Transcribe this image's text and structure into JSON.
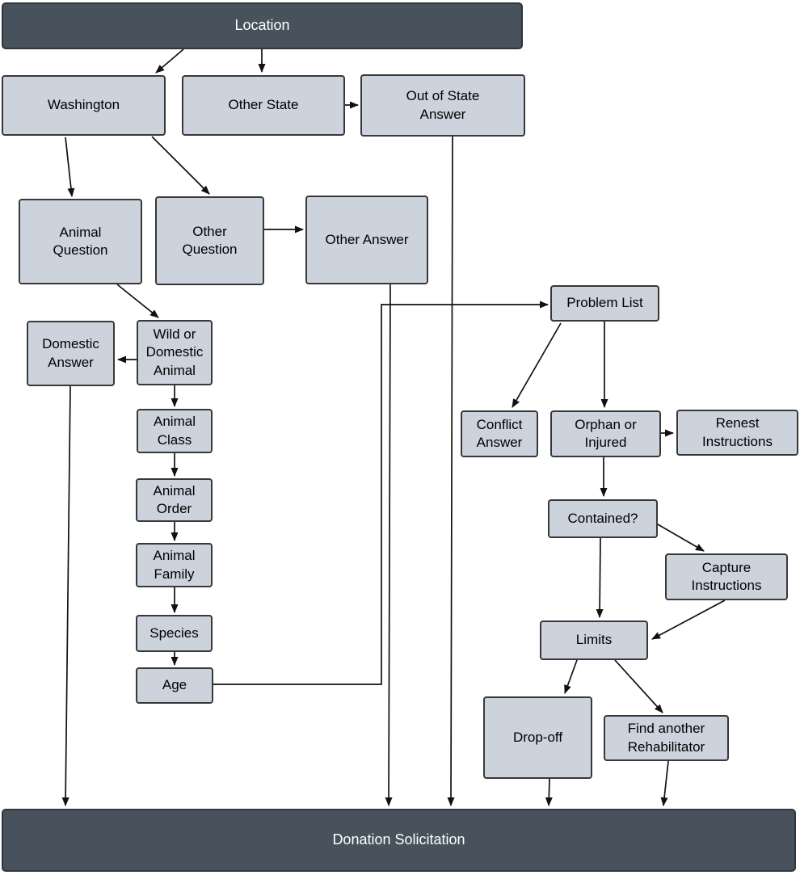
{
  "diagram": {
    "background_color": "#ffffff",
    "node_fill_color": "#ccd3dc",
    "node_border_color": "#383838",
    "band_fill_color": "#48525d",
    "band_text_color": "#ffffff",
    "edge_color": "#111111"
  },
  "nodes": {
    "location": {
      "label": "Location"
    },
    "washington": {
      "label": "Washington"
    },
    "other_state": {
      "label": "Other State"
    },
    "out_of_state_answer": {
      "label": "Out of State\nAnswer"
    },
    "animal_question": {
      "label": "Animal\nQuestion"
    },
    "other_question": {
      "label": "Other\nQuestion"
    },
    "other_answer": {
      "label": "Other Answer"
    },
    "problem_list": {
      "label": "Problem List"
    },
    "domestic_answer": {
      "label": "Domestic\nAnswer"
    },
    "wild_or_domestic_animal": {
      "label": "Wild or\nDomestic\nAnimal"
    },
    "animal_class": {
      "label": "Animal\nClass"
    },
    "animal_order": {
      "label": "Animal\nOrder"
    },
    "animal_family": {
      "label": "Animal\nFamily"
    },
    "species": {
      "label": "Species"
    },
    "age": {
      "label": "Age"
    },
    "conflict_answer": {
      "label": "Conflict\nAnswer"
    },
    "orphan_or_injured": {
      "label": "Orphan or\nInjured"
    },
    "renest_instructions": {
      "label": "Renest\nInstructions"
    },
    "contained": {
      "label": "Contained?"
    },
    "capture_instructions": {
      "label": "Capture\nInstructions"
    },
    "limits": {
      "label": "Limits"
    },
    "drop_off": {
      "label": "Drop-off"
    },
    "find_another_rehabilitator": {
      "label": "Find another\nRehabilitator"
    },
    "donation_solicitation": {
      "label": "Donation Solicitation"
    }
  },
  "edges": [
    {
      "from": "location",
      "to": "washington"
    },
    {
      "from": "location",
      "to": "other_state"
    },
    {
      "from": "other_state",
      "to": "out_of_state_answer"
    },
    {
      "from": "out_of_state_answer",
      "to": "donation_solicitation"
    },
    {
      "from": "washington",
      "to": "animal_question"
    },
    {
      "from": "washington",
      "to": "other_question"
    },
    {
      "from": "other_question",
      "to": "other_answer"
    },
    {
      "from": "other_answer",
      "to": "donation_solicitation"
    },
    {
      "from": "animal_question",
      "to": "wild_or_domestic_animal"
    },
    {
      "from": "wild_or_domestic_animal",
      "to": "domestic_answer"
    },
    {
      "from": "domestic_answer",
      "to": "donation_solicitation"
    },
    {
      "from": "wild_or_domestic_animal",
      "to": "animal_class"
    },
    {
      "from": "animal_class",
      "to": "animal_order"
    },
    {
      "from": "animal_order",
      "to": "animal_family"
    },
    {
      "from": "animal_family",
      "to": "species"
    },
    {
      "from": "species",
      "to": "age"
    },
    {
      "from": "age",
      "to": "problem_list"
    },
    {
      "from": "problem_list",
      "to": "conflict_answer"
    },
    {
      "from": "problem_list",
      "to": "orphan_or_injured"
    },
    {
      "from": "orphan_or_injured",
      "to": "renest_instructions"
    },
    {
      "from": "orphan_or_injured",
      "to": "contained"
    },
    {
      "from": "contained",
      "to": "capture_instructions"
    },
    {
      "from": "contained",
      "to": "limits"
    },
    {
      "from": "capture_instructions",
      "to": "limits"
    },
    {
      "from": "limits",
      "to": "drop_off"
    },
    {
      "from": "limits",
      "to": "find_another_rehabilitator"
    },
    {
      "from": "drop_off",
      "to": "donation_solicitation"
    },
    {
      "from": "find_another_rehabilitator",
      "to": "donation_solicitation"
    }
  ]
}
